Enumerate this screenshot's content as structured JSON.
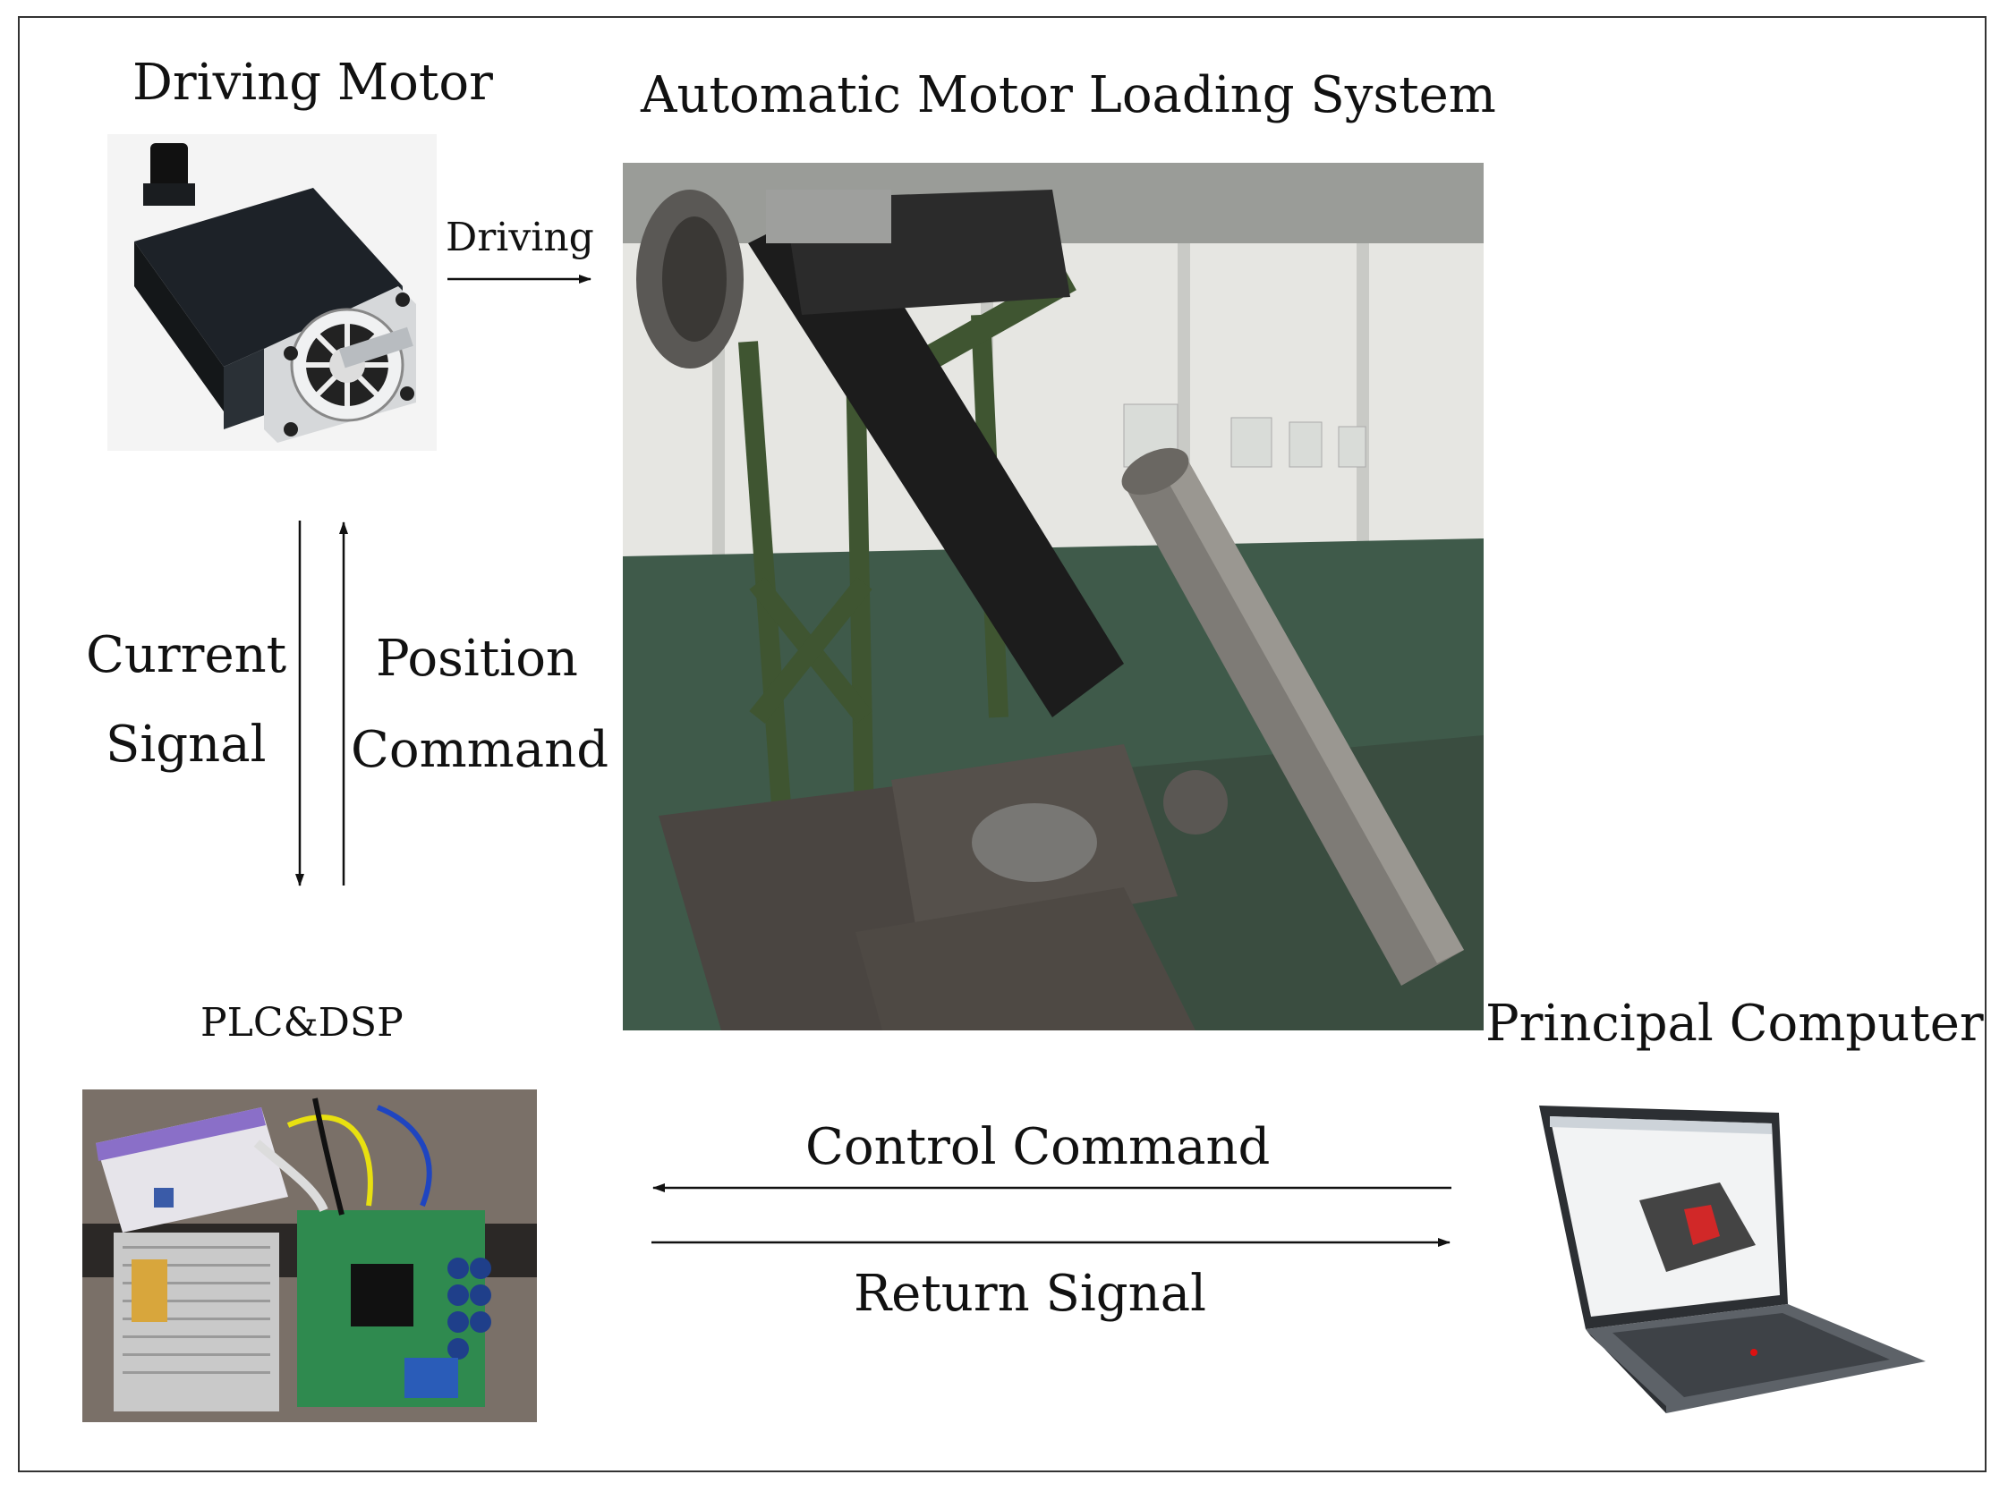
{
  "labels": {
    "driving_motor": "Driving Motor",
    "loading_system": "Automatic Motor Loading System",
    "driving": "Driving",
    "current_signal_1": "Current",
    "current_signal_2": "Signal",
    "position_command_1": "Position",
    "position_command_2": "Command",
    "plc_dsp": "PLC&DSP",
    "principal_computer": "Principal Computer",
    "control_command": "Control Command",
    "return_signal": "Return Signal"
  },
  "images": {
    "motor": "motor-photo",
    "loading_rig": "loading-rig-photo",
    "controller": "controller-board-photo",
    "laptop": "laptop-photo"
  },
  "colors": {
    "line": "#111111",
    "frame": "#333333"
  }
}
